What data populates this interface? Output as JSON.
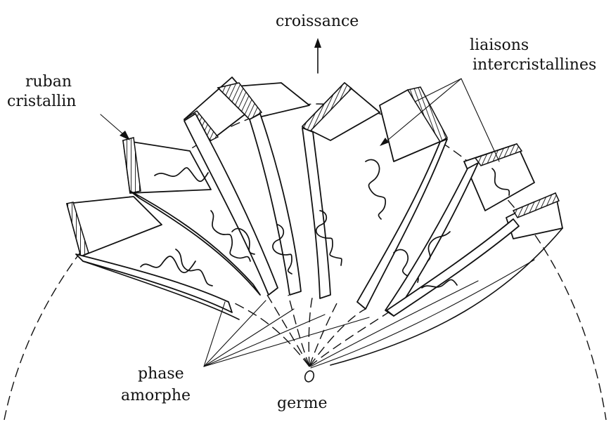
{
  "labels": {
    "croissance": "croissance",
    "liaisons_line1": "liaisons",
    "liaisons_line2": "intercristallines",
    "ruban_line1": "ruban",
    "ruban_line2": "cristallin",
    "phase_line1": "phase",
    "phase_line2": "amorphe",
    "germe": "germe"
  },
  "icons": {
    "growth_arrow": "arrow-up-icon",
    "nucleus": "germ-ellipse-icon"
  },
  "colors": {
    "ink": "#111111",
    "background": "#ffffff"
  }
}
